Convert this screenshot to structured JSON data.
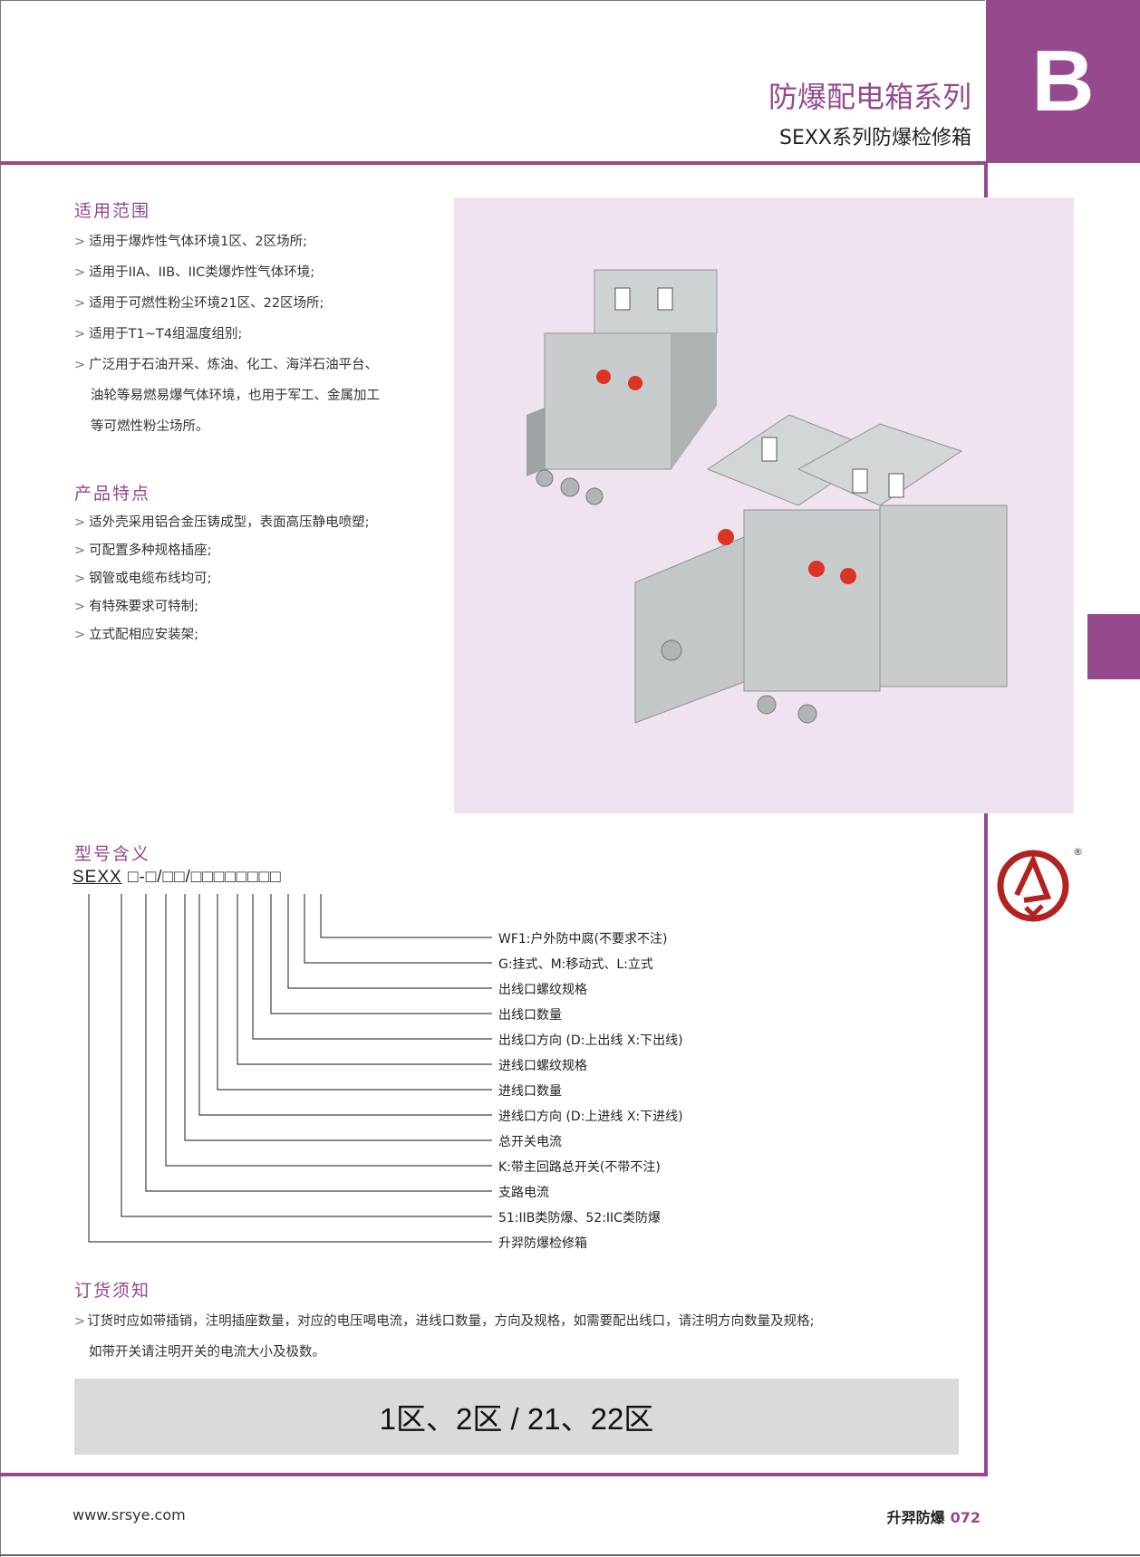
{
  "header": {
    "series_title": "防爆配电箱系列",
    "series_subtitle": "SEXX系列防爆检修箱",
    "section_letter": "B"
  },
  "scope": {
    "title": "适用范围",
    "items": [
      "适用于爆炸性气体环境1区、2区场所;",
      "适用于IIA、IIB、IIC类爆炸性气体环境;",
      "适用于可燃性粉尘环境21区、22区场所;",
      "适用于T1~T4组温度组别;",
      "广泛用于石油开采、炼油、化工、海洋石油平台、"
    ],
    "continuation": [
      "油轮等易燃易爆气体环境，也用于军工、金属加工",
      "等可燃性粉尘场所。"
    ]
  },
  "features": {
    "title": "产品特点",
    "items": [
      "适外壳采用铝合金压铸成型，表面高压静电喷塑;",
      "可配置多种规格插座;",
      "钢管或电缆布线均可;",
      "有特殊要求可特制;",
      "立式配相应安装架;"
    ]
  },
  "bullet": ">",
  "model": {
    "title": "型号含义",
    "prefix": "SEXX",
    "code_rest": " □-□/□□/□□□□□□□□",
    "legend": [
      "WF1:户外防中腐(不要求不注)",
      "G:挂式、M:移动式、L:立式",
      "出线口螺纹规格",
      "出线口数量",
      "出线口方向  (D:上出线  X:下出线)",
      "进线口螺纹规格",
      "进线口数量",
      "进线口方向 (D:上进线  X:下进线)",
      "总开关电流",
      "K:带主回路总开关(不带不注)",
      "支路电流",
      "51:IIB类防爆、52:IIC类防爆",
      "升羿防爆检修箱"
    ]
  },
  "order": {
    "title": "订货须知",
    "line1": "订货时应如带插销，注明插座数量，对应的电压喝电流，进线口数量，方向及规格，如需要配出线口，请注明方向数量及规格;",
    "line2": "如带开关请注明开关的电流大小及极数。"
  },
  "zones": "1区、2区 / 21、22区",
  "footer": {
    "url": "www.srsye.com",
    "brand": "升羿防爆",
    "page": "072"
  },
  "colors": {
    "accent": "#944a8c",
    "photo_bg": "#efe3f0",
    "zone_bg": "#d9dadc",
    "logo": "#b22222"
  }
}
